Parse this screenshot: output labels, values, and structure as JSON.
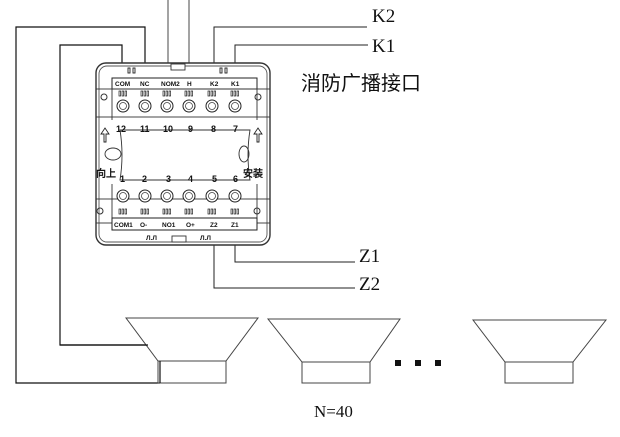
{
  "title": "消防广播接口",
  "signal_labels": {
    "k2": "K2",
    "k1": "K1",
    "z1": "Z1",
    "z2": "Z2"
  },
  "module": {
    "top_terminals": [
      "COM",
      "NC",
      "NOM2",
      "H",
      "K2",
      "K1"
    ],
    "top_numbers": [
      "12",
      "11",
      "10",
      "9",
      "8",
      "7"
    ],
    "bottom_numbers": [
      "1",
      "2",
      "3",
      "4",
      "5",
      "6"
    ],
    "bottom_terminals": [
      "COM1",
      "O-",
      "NO1",
      "O+",
      "Z2",
      "Z1"
    ],
    "orientation_left": "向上",
    "orientation_right": "安装"
  },
  "speakers": {
    "count_label": "N=40",
    "visible_count": 3,
    "ellipsis": "..."
  }
}
